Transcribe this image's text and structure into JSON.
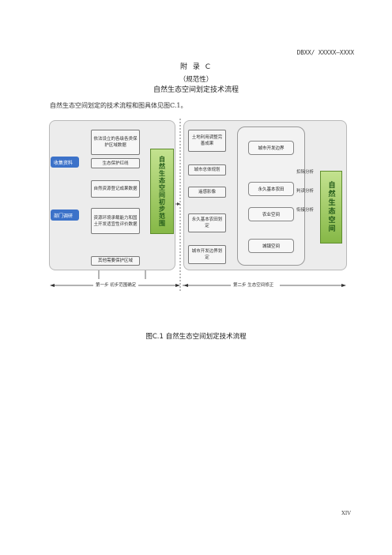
{
  "header": {
    "code": "DBXX/ XXXXX—XXXX"
  },
  "title": {
    "appendix": "附 录 C",
    "nature": "（规范性）",
    "name": "自然生态空间划定技术流程"
  },
  "intro": "自然生态空间划定的技术流程和图具体见图C.1。",
  "figure": {
    "inputs": [
      "收集资料",
      "部门调研"
    ],
    "step1_items": [
      "依法设立的各级各类保护区域数据",
      "生态保护红线",
      "自然资源登记成果数据",
      "资源环境承载能力和国土开发适宜性评价数据",
      "其他需要保护区域"
    ],
    "step1_result": "自然生态空间初步范围",
    "step2_items": [
      "土地利用调整完善成果",
      "城市总体规划",
      "遥感影像",
      "永久基本农田划定",
      "城市开发边界划定"
    ],
    "zones": [
      "城市开发边界",
      "永久基本农田",
      "农业空间",
      "城镇空间"
    ],
    "analyses": [
      "扣除分析",
      "判读分析",
      "衔接分析"
    ],
    "final_result": "自然生态空间",
    "step1_label": "第一步 初步范围确定",
    "step2_label": "第二步 生态空间修正"
  },
  "caption": "图C.1 自然生态空间划定技术流程",
  "footer": {
    "page": "XIV"
  }
}
